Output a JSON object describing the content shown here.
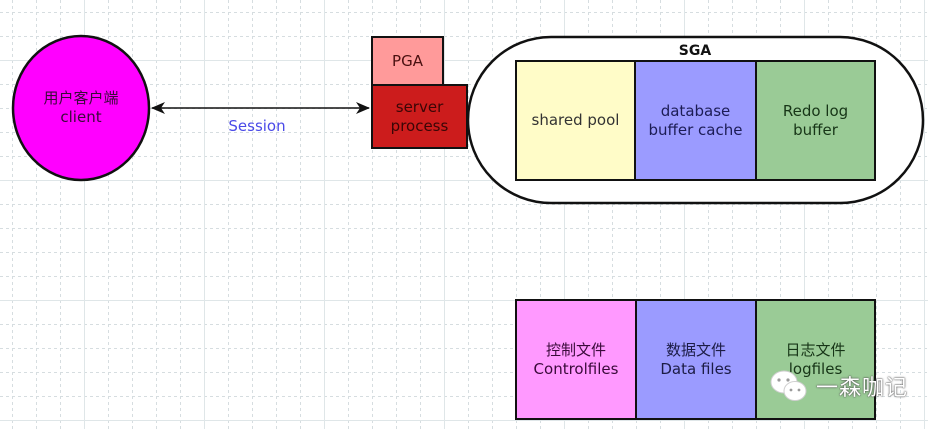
{
  "diagram": {
    "client": {
      "line1": "用户客户端",
      "line2": "client",
      "color": "#ff00ff"
    },
    "session": {
      "label": "Session",
      "color": "#4a4ae8"
    },
    "pga": {
      "label": "PGA",
      "color": "#ff9a9a"
    },
    "server_process": {
      "line1": "server",
      "line2": "process",
      "color": "#cc1c1c"
    },
    "sga": {
      "title": "SGA",
      "components": [
        {
          "line1": "shared pool",
          "line2": "",
          "color": "#fffcc8"
        },
        {
          "line1": "database",
          "line2": "buffer cache",
          "color": "#9b9bff"
        },
        {
          "line1": "Redo log",
          "line2": "buffer",
          "color": "#9acb96"
        }
      ]
    },
    "files": [
      {
        "line1": "控制文件",
        "line2": "Controlfiles",
        "color": "#ff99ff"
      },
      {
        "line1": "数据文件",
        "line2": "Data files",
        "color": "#9b9bff"
      },
      {
        "line1": "日志文件",
        "line2": "logfiles",
        "color": "#9acb96"
      }
    ],
    "watermark": {
      "text": "一森咖记",
      "icon": "wechat-icon"
    }
  }
}
